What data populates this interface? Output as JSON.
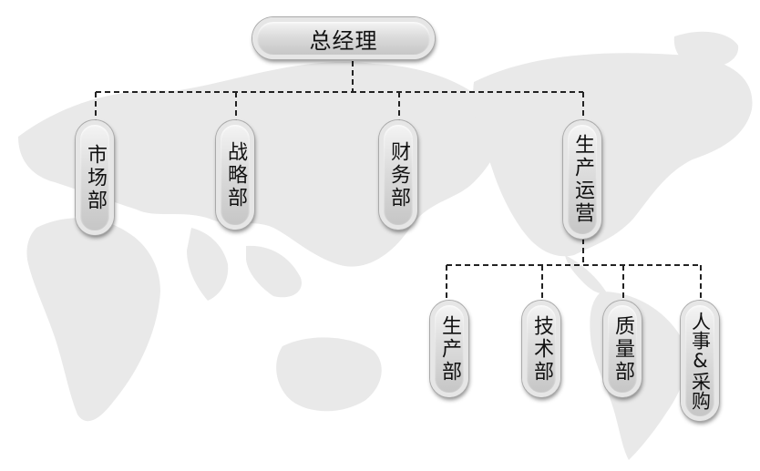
{
  "org_chart": {
    "root": {
      "label": "总经理"
    },
    "departments": [
      {
        "label": "市场部"
      },
      {
        "label": "战略部"
      },
      {
        "label": "财务部"
      },
      {
        "label": "生产运营"
      }
    ],
    "sub_departments": [
      {
        "label": "生产部"
      },
      {
        "label": "技术部"
      },
      {
        "label": "质量部"
      },
      {
        "label": "人事&采购"
      }
    ]
  },
  "colors": {
    "map_fill": "#e9e9e9",
    "connector": "#222222",
    "node_border": "#e6e6e6"
  }
}
